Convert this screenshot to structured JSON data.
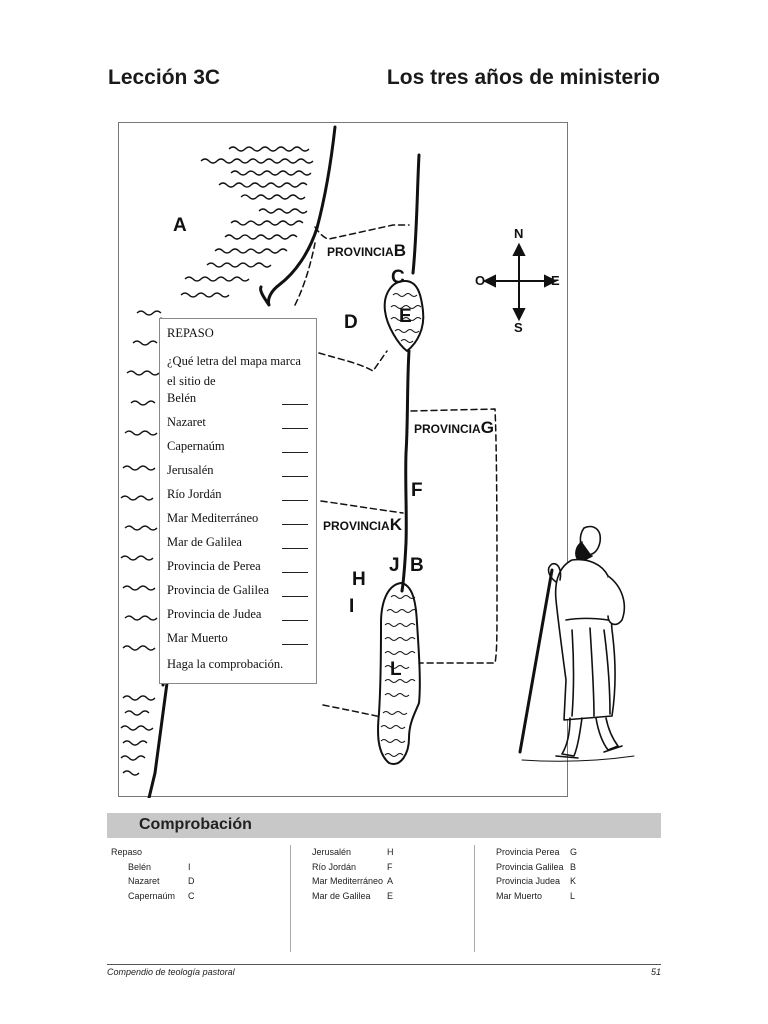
{
  "header": {
    "lesson": "Lección 3C",
    "title": "Los tres años de ministerio"
  },
  "map": {
    "labels": {
      "A": "A",
      "C": "C",
      "D": "D",
      "E": "E",
      "F": "F",
      "H": "H",
      "I": "I",
      "J": "J",
      "B2": "B",
      "L": "L"
    },
    "provinces": [
      {
        "text": "PROVINCIA",
        "letter": "B"
      },
      {
        "text": "PROVINCIA",
        "letter": "G"
      },
      {
        "text": "PROVINCIA",
        "letter": "K"
      }
    ],
    "compass": {
      "n": "N",
      "s": "S",
      "e": "E",
      "o": "O"
    }
  },
  "review": {
    "heading": "REPASO",
    "question": "¿Qué letra del mapa marca el sitio de",
    "items": [
      "Belén",
      "Nazaret",
      "Capernaúm",
      "Jerusalén",
      "Río Jordán",
      "Mar Mediterráneo",
      "Mar de Galilea",
      "Provincia de Perea",
      "Provincia de Galilea",
      "Provincia de Judea",
      "Mar Muerto"
    ],
    "footer": "Haga la comprobación."
  },
  "check": {
    "title": "Comprobación",
    "heading": "Repaso",
    "col1": [
      {
        "name": "Belén",
        "letter": "I"
      },
      {
        "name": "Nazaret",
        "letter": "D"
      },
      {
        "name": "Capernaúm",
        "letter": "C"
      }
    ],
    "col2": [
      {
        "name": "Jerusalén",
        "letter": "H"
      },
      {
        "name": "Río Jordán",
        "letter": "F"
      },
      {
        "name": "Mar Mediterráneo",
        "letter": "A"
      },
      {
        "name": "Mar de Galilea",
        "letter": "E"
      }
    ],
    "col3": [
      {
        "name": "Provincia Perea",
        "letter": "G"
      },
      {
        "name": "Provincia Galilea",
        "letter": "B"
      },
      {
        "name": "Provincia Judea",
        "letter": "K"
      },
      {
        "name": "Mar Muerto",
        "letter": "L"
      }
    ]
  },
  "footer": {
    "book": "Compendio de teología pastoral",
    "page": "51"
  }
}
